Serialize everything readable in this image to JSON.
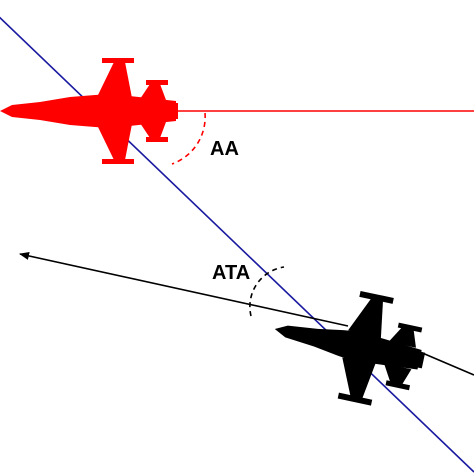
{
  "labels": {
    "aa": "AA",
    "ata": "ATA"
  },
  "colors": {
    "target_aircraft": "#ff0000",
    "ownship_aircraft": "#000000",
    "line_of_sight": "#1a1aa0",
    "background": "#ffffff"
  },
  "elements": {
    "target_aircraft": "fighter-jet-icon",
    "ownship_aircraft": "fighter-jet-icon",
    "line_of_sight": "line-of-sight",
    "target_heading_line": "heading-line",
    "ownship_heading_arrow": "heading-arrow",
    "aspect_angle_arc": "dashed-arc",
    "antenna_train_angle_arc": "dashed-arc"
  }
}
